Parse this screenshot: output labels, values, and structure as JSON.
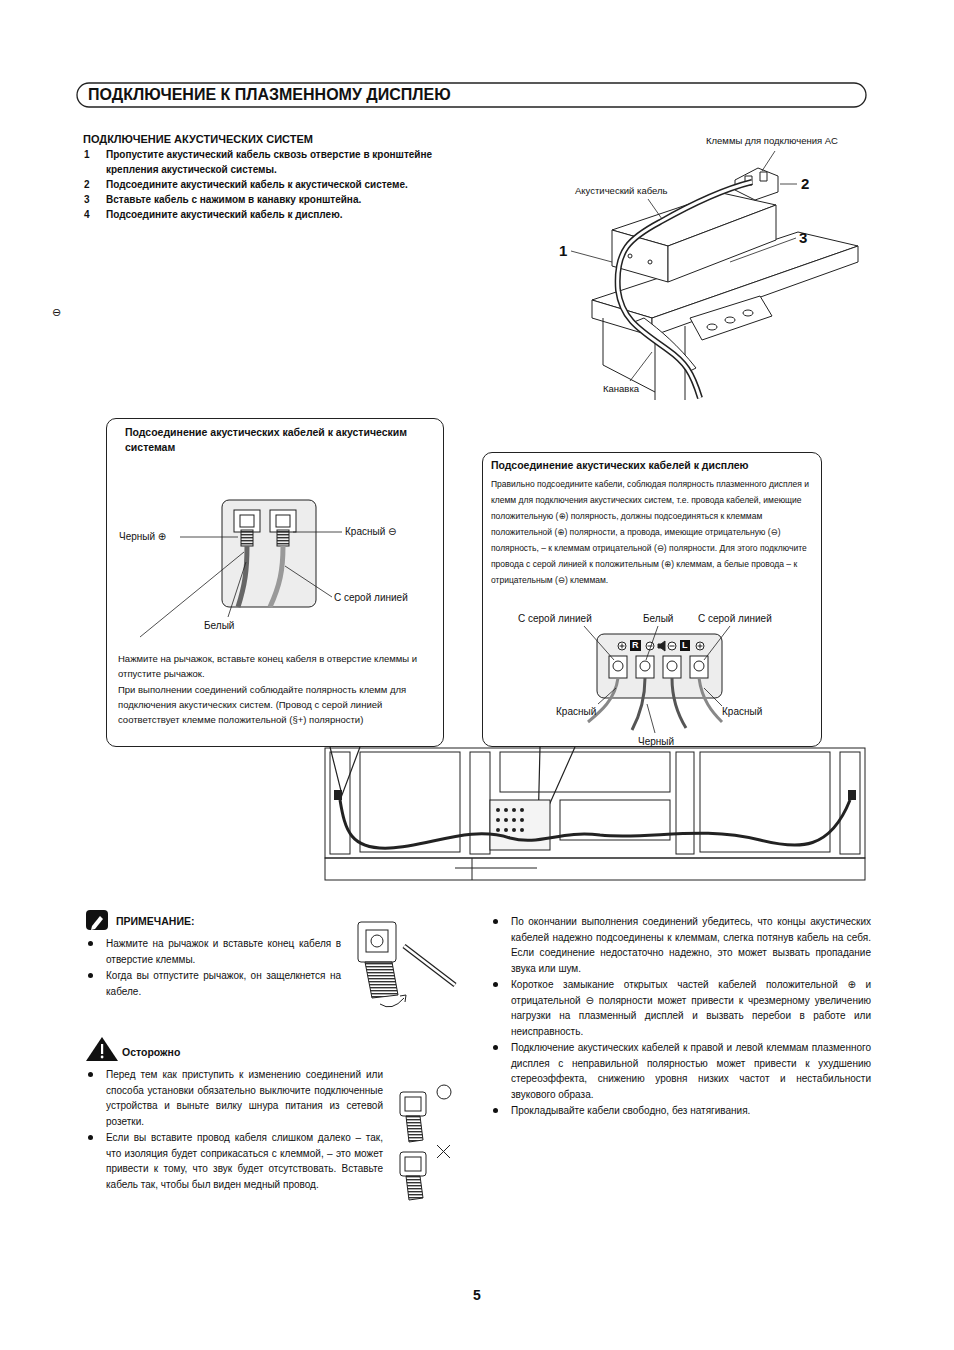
{
  "diagram": {
    "title": "ПОДКЛЮЧЕНИЕ К ПЛАЗМЕННОМУ ДИСПЛЕЮ",
    "nodes": [
      {
        "text": [
          "Подсоединение акустических кабелей к акустическим системам",
          "Нажмите на рычажок, вставьте конец кабеля в отверстие клеммы и отпустите рычажок.",
          "При выполнении соединений соблюдайте полярность клемм для подключения акустических систем. (Провод с серой линией соответствует клемме положительной (§+) полярности)"
        ]
      },
      {
        "text": [
          "Подсоединение акустических кабелей к дисплею",
          "Правильно подсоедините кабели, соблюдая полярность плазменного дисплея и клемм для подключения акустических систем, т.е. провода кабелей, имеющие положительную (⊕) полярность, должны подсоединяться к клеммам положительной (⊕) полярности, а провода, имеющие отрицательную (⊖) полярность, – к клеммам отрицательной (⊖) полярности. Для этого подключите провода с серой линией к положительным (⊕) клеммам, а белые провода – к отрицательным (⊖) клеммам."
        ]
      }
    ],
    "labels": [
      "ПОДКЛЮЧЕНИЕ АКУСТИЧЕСКИХ СИСТЕМ",
      "1",
      "Пропустите акустический кабель сквозь отверстие в кронштейне крепления акустической системы.",
      "2",
      "Подсоедините акустический кабель к акустической системе.",
      "3",
      "Вставьте кабель с нажимом в канавку кронштейна.",
      "4",
      "Подсоедините акустический кабель к дисплею.",
      "⊖",
      "Клеммы для подключения АС",
      "Акустический кабель",
      "2",
      "3",
      "1",
      "Канавка",
      "Черный ⊕",
      "Красный ⊖",
      "С серой линией",
      "Белый",
      "С серой линией",
      "Белый",
      "С серой линией",
      "R",
      "L",
      "Красный",
      "Черный",
      "Красный",
      "ПРИМЕЧАНИЕ:",
      "Нажмите на рычажок и вставьте конец кабеля в отверстие клеммы.",
      "Когда вы отпустите рычажок, он защелкнется на кабеле.",
      "Осторожно",
      "Перед тем как приступить к изменению соединений или способа установки обязательно выключите подключенные устройства и выньте вилку шнура питания из сетевой розетки.",
      "Если вы вставите провод кабеля слишком далеко – так, что изоляция будет соприкасаться с клеммой, – это может привести к тому, что звук будет отсутствовать. Вставьте кабель так, чтобы был виден медный провод.",
      "По окончании выполнения соединений убедитесь, что концы акустических кабелей надежно подсоединены к клеммам, слегка потянув кабель на себя. Если соединение недостаточно надежно, это может вызвать пропадание звука или шум.",
      "Короткое замыкание открытых частей кабелей положительной ⊕ и отрицательной ⊖ полярности может привести к чрезмерному увеличению нагрузки на плазменный дисплей и вызвать перебои в работе или неисправность.",
      "Подключение акустических кабелей к правой и левой клеммам плазменного дисплея с неправильной полярностью может привести к ухудшению стереоэффекта, снижению уровня низких частот и нестабильности звукового образа.",
      "Прокладывайте кабели свободно, без натягивания.",
      "5"
    ]
  }
}
